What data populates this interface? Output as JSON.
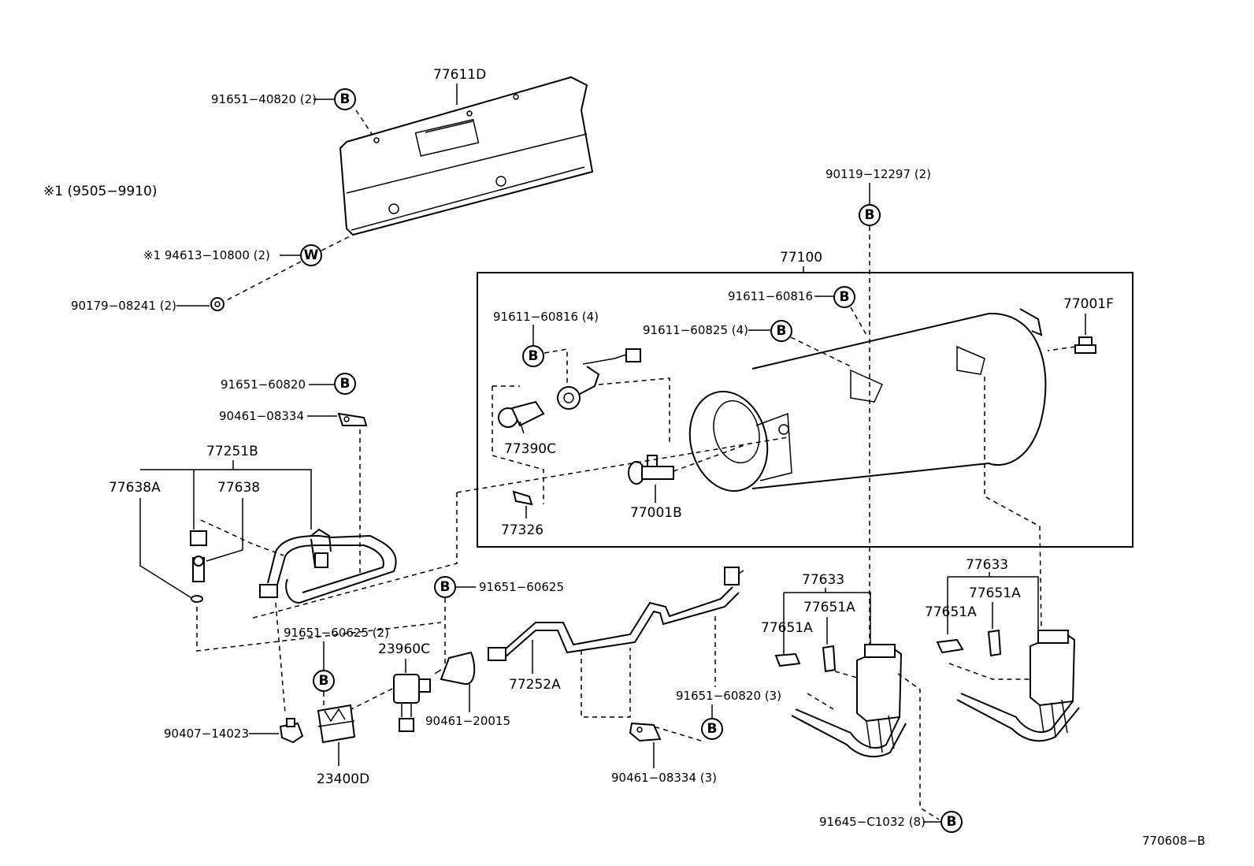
{
  "note": "※1 (9505−9910)",
  "diagram_id": "770608−B",
  "labels": {
    "p77611D": "77611D",
    "p91651_40820": "91651−40820 (2)",
    "p94613_10800": "※1 94613−10800 (2)",
    "p90179_08241": "90179−08241 (2)",
    "p90119_12297": "90119−12297 (2)",
    "p77100": "77100",
    "p91611_60816a": "91611−60816",
    "p77001F": "77001F",
    "p91611_60816b": "91611−60816 (4)",
    "p91611_60825": "91611−60825 (4)",
    "p91651_60820a": "91651−60820",
    "p90461_08334a": "90461−08334",
    "p77390C": "77390C",
    "p77251B": "77251B",
    "p77638A": "77638A",
    "p77638": "77638",
    "p77326": "77326",
    "p77001B": "77001B",
    "p91651_60625a": "91651−60625",
    "p91651_60625b": "91651−60625 (2)",
    "p23960C": "23960C",
    "p77252A": "77252A",
    "p90461_20015": "90461−20015",
    "p91651_60820b": "91651−60820 (3)",
    "p90407_14023": "90407−14023",
    "p23400D": "23400D",
    "p90461_08334b": "90461−08334 (3)",
    "p77633a": "77633",
    "p77651Aa": "77651A",
    "p77651Ab": "77651A",
    "p77633b": "77633",
    "p77651Ac": "77651A",
    "p77651Ad": "77651A",
    "p91645_C1032": "91645−C1032 (8)"
  },
  "symbols": {
    "b": "B",
    "w": "W"
  }
}
